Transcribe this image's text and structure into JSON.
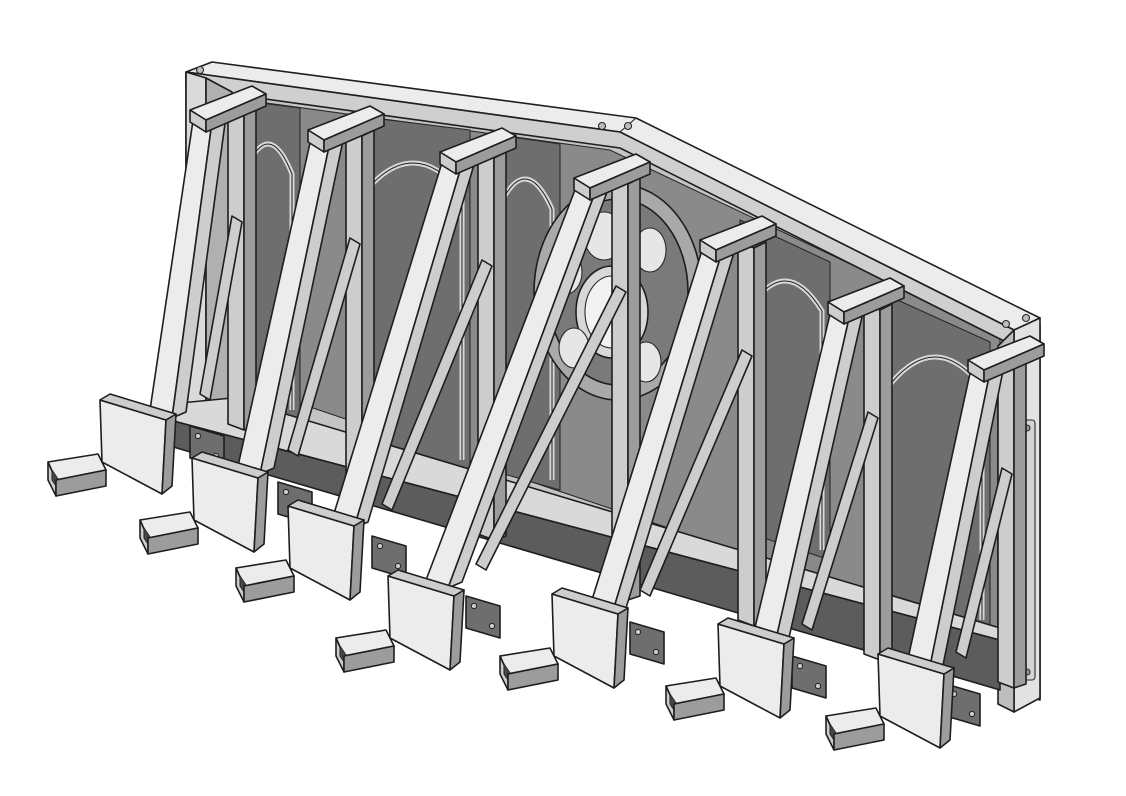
{
  "figure": {
    "subject": "cad-render-gothic-truss-frame",
    "view": "isometric",
    "render_style": "grayscale-shaded-with-black-outlines",
    "colors": {
      "background": "#ffffff",
      "outline": "#1e1e1e",
      "face_light": "#ececec",
      "face_mid": "#cdcdcd",
      "face_dark": "#9c9c9c",
      "face_deep": "#6e6e6e",
      "cavity": "#474747"
    },
    "counts": {
      "upright_frames": 7,
      "feet": 7,
      "rose_windows": 1
    },
    "text_labels": []
  }
}
